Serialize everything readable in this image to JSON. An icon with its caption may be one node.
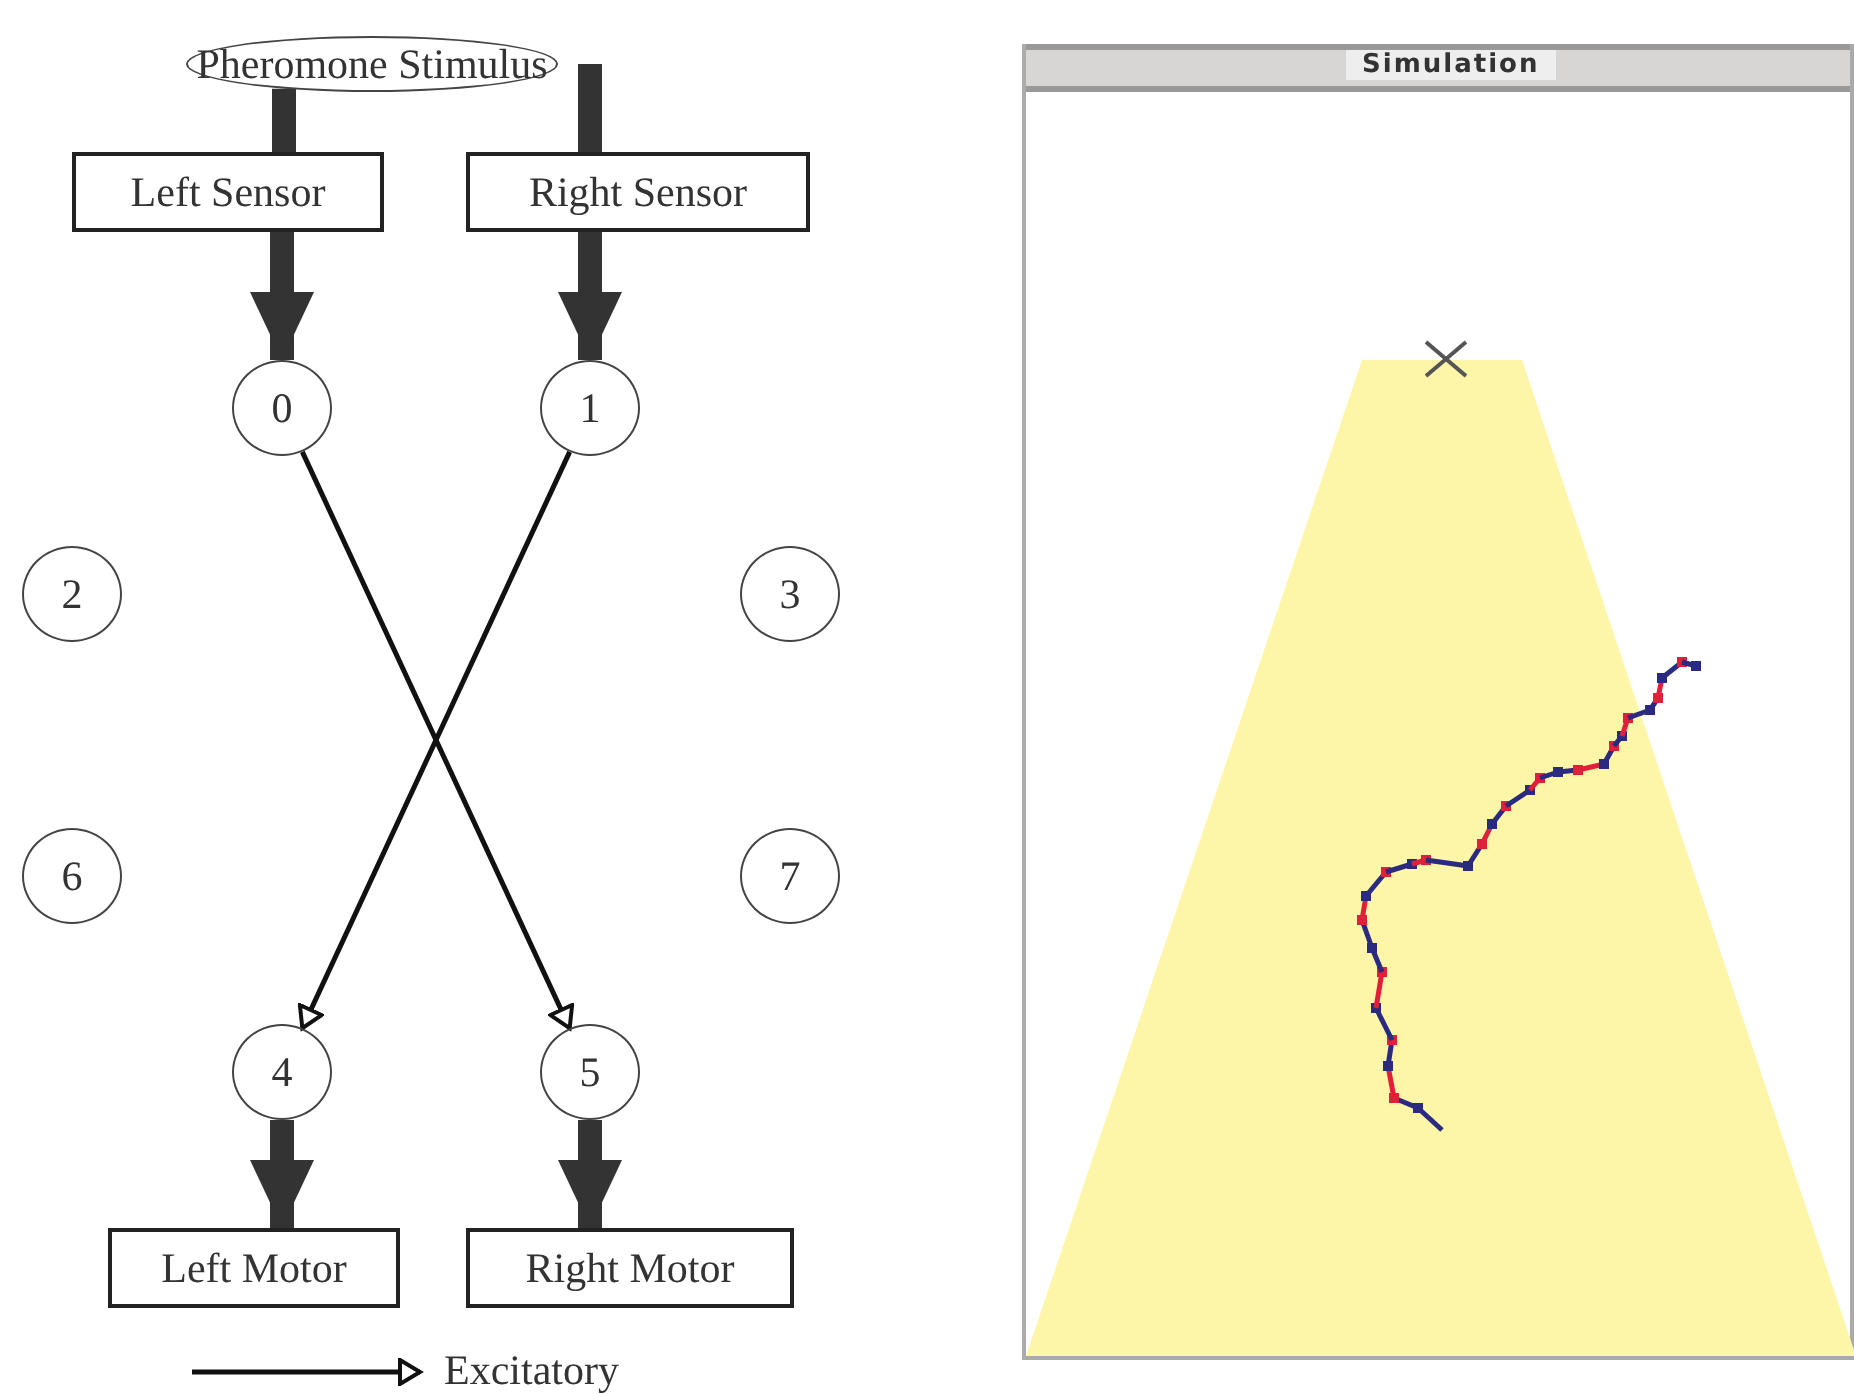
{
  "diagram": {
    "nodes": [
      {
        "text": [
          "Pheromone Stimulus"
        ]
      },
      {
        "text": [
          "Left Sensor"
        ]
      },
      {
        "text": [
          "Right Sensor"
        ]
      },
      {
        "text": [
          "0"
        ]
      },
      {
        "text": [
          "1"
        ]
      },
      {
        "text": [
          "2"
        ]
      },
      {
        "text": [
          "3"
        ]
      },
      {
        "text": [
          "6"
        ]
      },
      {
        "text": [
          "7"
        ]
      },
      {
        "text": [
          "4"
        ]
      },
      {
        "text": [
          "5"
        ]
      },
      {
        "text": [
          "Left Motor"
        ]
      },
      {
        "text": [
          "Right Motor"
        ]
      },
      {
        "text": [
          "Simulation"
        ]
      }
    ],
    "edges": [
      {
        "from": 0,
        "to": 1,
        "arrow": "none"
      },
      {
        "from": 0,
        "to": 2,
        "arrow": "none"
      },
      {
        "from": 1,
        "to": 3,
        "arrow": "to"
      },
      {
        "from": 2,
        "to": 4,
        "arrow": "to"
      },
      {
        "from": 3,
        "to": 10,
        "arrow": "to"
      },
      {
        "from": 4,
        "to": 9,
        "arrow": "to"
      },
      {
        "from": 9,
        "to": 11,
        "arrow": "to"
      },
      {
        "from": 10,
        "to": 12,
        "arrow": "to"
      }
    ],
    "legend": [
      {
        "text": "Excitatory"
      }
    ]
  }
}
